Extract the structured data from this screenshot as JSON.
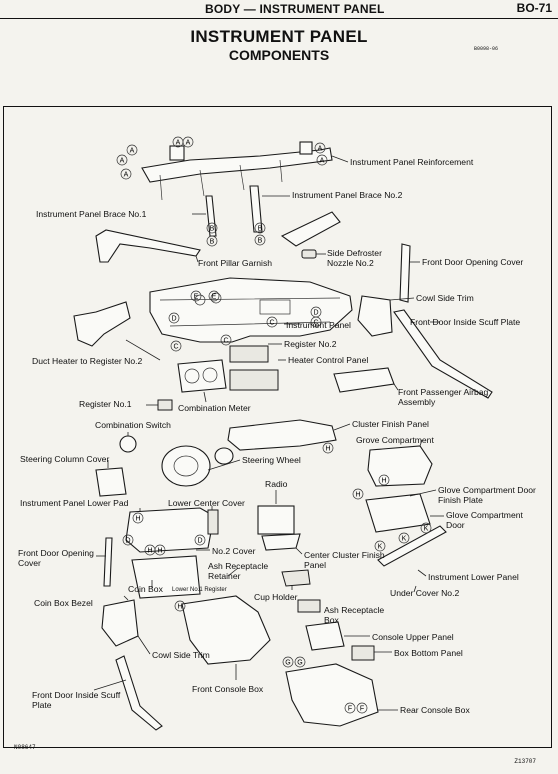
{
  "header": {
    "section": "BODY — INSTRUMENT PANEL",
    "page": "BO-71"
  },
  "title": "INSTRUMENT PANEL",
  "subtitle": "COMPONENTS",
  "ref_code": "B0098-06",
  "callouts": [
    "Instrument Panel Reinforcement",
    "Instrument Panel Brace No.2",
    "Instrument Panel Brace No.1",
    "Side Defroster Nozzle No.2",
    "Front Pillar Garnish",
    "Front Door Opening Cover",
    "Cowl Side Trim",
    "Front Door Inside Scuff Plate",
    "Instrument Panel",
    "Register No.2",
    "Duct Heater to Register No.2",
    "Heater Control Panel",
    "Front Passenger Airbag Assembly",
    "Register No.1",
    "Combination Meter",
    "Cluster Finish Panel",
    "Combination Switch",
    "Grove Compartment",
    "Steering Column Cover",
    "Steering Wheel",
    "Radio",
    "Glove Compartment Door Finish Plate",
    "Instrument Panel Lower Pad",
    "Lower Center Cover",
    "Glove Compartment Door",
    "Front Door Opening Cover",
    "No.2 Cover",
    "Center Cluster Finish Panel",
    "Coin Box",
    "Ash Receptacle Retainer",
    "Instrument Lower Panel",
    "Lower No.1 Register",
    "Cup Holder",
    "Under Cover No.2",
    "Coin Box Bezel",
    "Ash Receptacle Box",
    "Console Upper Panel",
    "Box Bottom Panel",
    "Cowl Side Trim",
    "Front Console Box",
    "Front Door Inside Scuff Plate",
    "Rear Console Box"
  ],
  "markers": [
    "A",
    "A",
    "A",
    "A",
    "A",
    "A",
    "A",
    "B",
    "B",
    "B",
    "B",
    "C",
    "C",
    "C",
    "C",
    "D",
    "D",
    "D",
    "D",
    "E",
    "E",
    "F",
    "F",
    "G",
    "G",
    "H",
    "H",
    "H",
    "H",
    "H",
    "H",
    "H",
    "K",
    "K",
    "K"
  ],
  "footer": {
    "left": "N08647",
    "right": "Z13707"
  }
}
